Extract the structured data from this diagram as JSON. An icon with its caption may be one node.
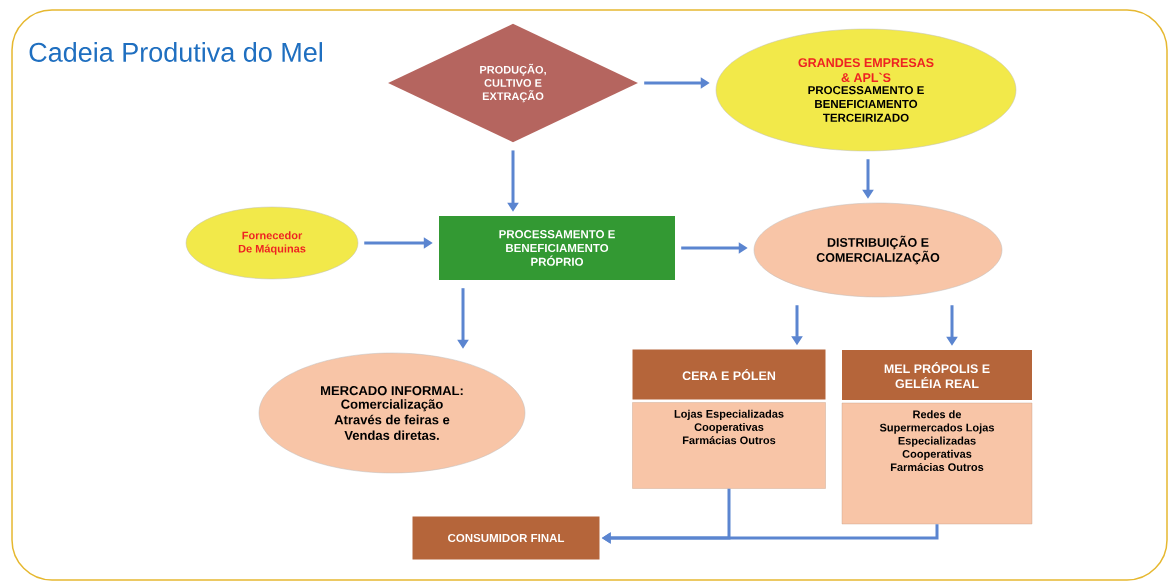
{
  "diagram": {
    "title": "Cadeia Produtiva do Mel",
    "nodes": [
      {
        "text": [
          "PRODUÇÃO, CULTIVO E EXTRAÇÃO"
        ]
      },
      {
        "text": [
          "GRANDES EMPRESAS & APL`S",
          "PROCESSAMENTO E BENEFICIAMENTO TERCEIRIZADO"
        ]
      },
      {
        "text": [
          "Fornecedor De Máquinas"
        ]
      },
      {
        "text": [
          "PROCESSAMENTO E BENEFICIAMENTO PRÓPRIO"
        ]
      },
      {
        "text": [
          "DISTRIBUIÇÃO E COMERCIALIZAÇÃO"
        ]
      },
      {
        "text": [
          "MERCADO INFORMAL:",
          "Comercialização Através de feiras e Vendas diretas."
        ]
      },
      {
        "text": [
          "CERA E PÓLEN",
          "Lojas Especializadas Cooperativas Farmácias Outros"
        ]
      },
      {
        "text": [
          "MEL PRÓPOLIS E GELÉIA REAL",
          "Redes de Supermercados Lojas Especializadas Cooperativas Farmácias Outros"
        ]
      },
      {
        "text": [
          "CONSUMIDOR FINAL"
        ]
      }
    ],
    "edges": [
      {
        "from": 0,
        "to": 1,
        "arrow": "to"
      },
      {
        "from": 0,
        "to": 3,
        "arrow": "to"
      },
      {
        "from": 1,
        "to": 4,
        "arrow": "to"
      },
      {
        "from": 2,
        "to": 3,
        "arrow": "to"
      },
      {
        "from": 3,
        "to": 4,
        "arrow": "to"
      },
      {
        "from": 3,
        "to": 5,
        "arrow": "to"
      },
      {
        "from": 4,
        "to": 6,
        "arrow": "to"
      },
      {
        "from": 4,
        "to": 7,
        "arrow": "to"
      },
      {
        "from": 6,
        "to": 8,
        "arrow": "to"
      },
      {
        "from": 7,
        "to": 8,
        "arrow": "to"
      }
    ]
  }
}
